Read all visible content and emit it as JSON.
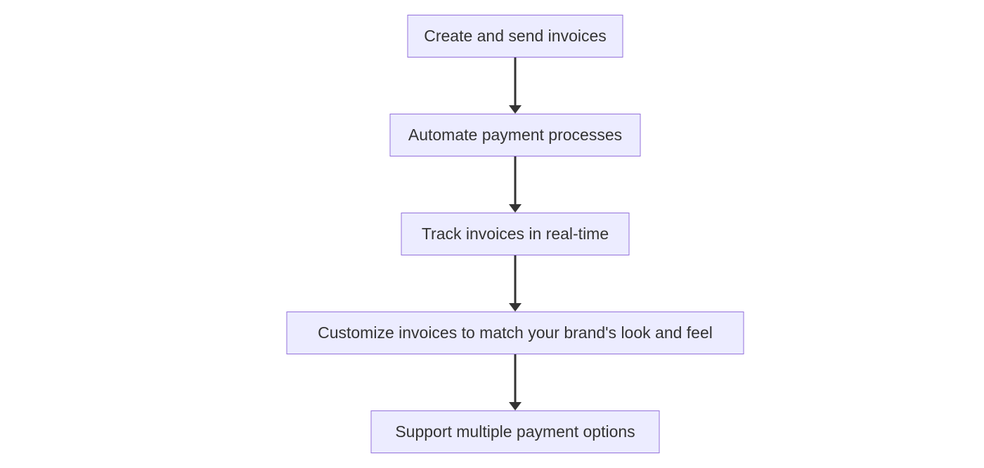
{
  "diagram": {
    "type": "flowchart",
    "direction": "top-down",
    "nodes": [
      {
        "label": "Create and send invoices"
      },
      {
        "label": "Automate payment processes"
      },
      {
        "label": "Track invoices in real-time"
      },
      {
        "label": "Customize invoices to match your brand's look and feel"
      },
      {
        "label": "Support multiple payment options"
      }
    ],
    "edges": [
      {
        "from": 0,
        "to": 1,
        "style": "arrow-down"
      },
      {
        "from": 1,
        "to": 2,
        "style": "arrow-down"
      },
      {
        "from": 2,
        "to": 3,
        "style": "arrow-down"
      },
      {
        "from": 3,
        "to": 4,
        "style": "arrow-down"
      }
    ],
    "colors": {
      "node_fill": "#ECECFF",
      "node_border": "#9370DB",
      "text": "#333333",
      "arrow": "#333333",
      "background": "#FFFFFF"
    }
  }
}
